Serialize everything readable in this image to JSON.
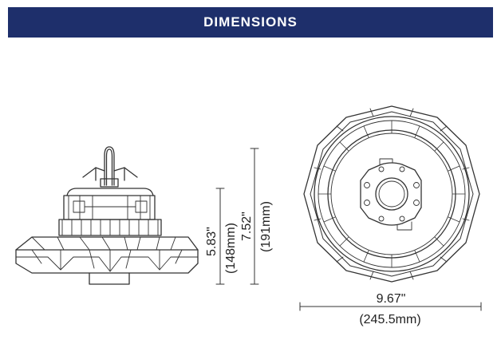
{
  "banner": {
    "title": "DIMENSIONS",
    "background": "#1e2f6b",
    "text_color": "#ffffff"
  },
  "dimensions": {
    "height_no_hook": {
      "inches": "5.83\"",
      "mm": "(148mm)"
    },
    "height_with_hook": {
      "inches": "7.52\"",
      "mm": "(191mm)"
    },
    "diameter": {
      "inches": "9.67\"",
      "mm": "(245.5mm)"
    }
  },
  "colors": {
    "line": "#333333"
  }
}
